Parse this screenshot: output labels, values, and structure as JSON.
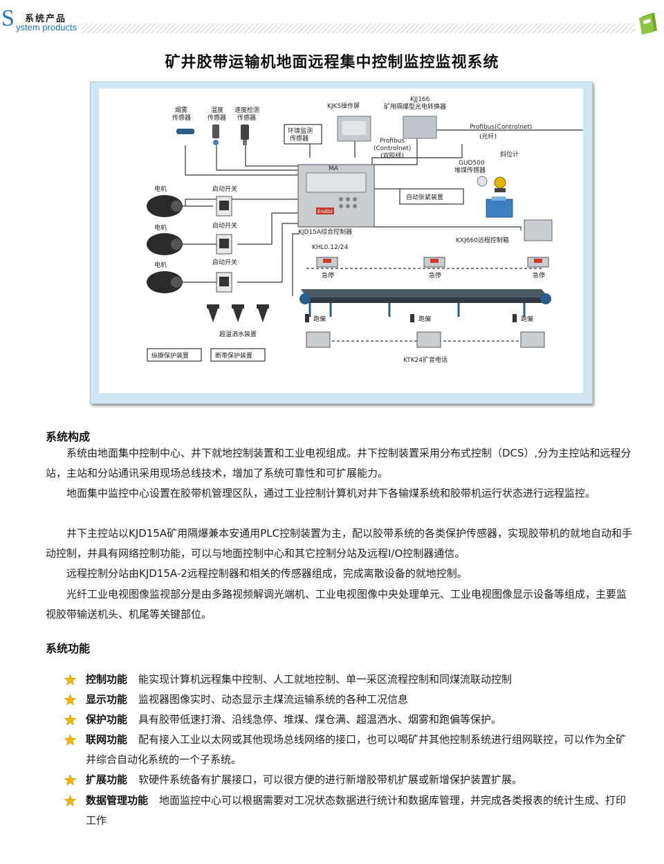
{
  "header": {
    "logo_letter": "S",
    "logo_cn": "系统产品",
    "logo_en": "ystem products"
  },
  "page_title": "矿井胶带运输机地面远程集中控制监控监视系统",
  "diagram": {
    "sensors": [
      "烟雾",
      "传感器",
      "温度",
      "传感器",
      "速度检测",
      "传感器"
    ],
    "env_box": [
      "环境监测",
      "传感器"
    ],
    "kjk5": "KJK5操作屏",
    "kjj166": [
      "KJJ166",
      "矿用隔爆型光电转换器"
    ],
    "profibus_left": [
      "Profibus",
      "(Controlnet)",
      "(双胶线)"
    ],
    "profibus_right": [
      "Profibus(Controlnet)",
      "(光纤)"
    ],
    "tilt": "斜位计",
    "gud500": [
      "GUD500",
      "堆煤传感器"
    ],
    "auto_tension": "自动张紧装置",
    "kjd15a": "KJD15A综合控制器",
    "controller_brand": "Endibl",
    "controller_ma": "MA",
    "kxj660": "KXJ660远程控制箱",
    "khl": "KHL0.12/24",
    "motor": "电机",
    "start_switch": "启动开关",
    "estop": "急停",
    "deviation": "跑偏",
    "sprinkler": "超温洒水装置",
    "tear_protect": "纵撕保护装置",
    "break_protect": "断带保护装置",
    "ktk24": "KTK24扩音电话"
  },
  "sections": {
    "composition_title": "系统构成",
    "composition_paragraphs": [
      "系统由地面集中控制中心、井下就地控制装置和工业电视组成。井下控制装置采用分布式控制（DCS）,分为主控站和远程分站，主站和分站通讯采用现场总线技术，增加了系统可靠性和可扩展能力。",
      "地面集中监控中心设置在胶带机管理区队，通过工业控制计算机对井下各输煤系统和胶带机运行状态进行远程监控。",
      "井下主控站以KJD15A矿用隔爆兼本安通用PLC控制装置为主，配以胶带系统的各类保护传感器，实现胶带机的就地自动和手动控制，并具有网络控制功能，可以与地面控制中心和其它控制分站及远程I/O控制器通信。",
      "远程控制分站由KJD15A-2远程控制器和相关的传感器组成，完成离散设备的就地控制。",
      "光纤工业电视图像监视部分是由多路视频解调光端机、工业电视图像中央处理单元、工业电视图像显示设备等组成，主要监视胶带输送机头、机尾等关键部位。"
    ],
    "function_title": "系统功能",
    "functions": [
      {
        "title": "控制功能",
        "text": "能实现计算机远程集中控制、人工就地控制、单一采区流程控制和同煤流联动控制"
      },
      {
        "title": "显示功能",
        "text": "监视器图像实时、动态显示主煤流运输系统的各种工况信息"
      },
      {
        "title": "保护功能",
        "text": "具有胶带低速打滑、沿线急停、堆煤、煤仓满、超温洒水、烟雾和跑偏等保护。"
      },
      {
        "title": "联网功能",
        "text": "配有接入工业以太网或其他现场总线网络的接口，也可以喝矿井其他控制系统进行组网联控，可以作为全矿井综合自动化系统的一个子系统。"
      },
      {
        "title": "扩展功能",
        "text": "软硬件系统备有扩展接口，可以很方便的进行新增胶带机扩展或新增保护装置扩展。"
      },
      {
        "title": "数据管理功能",
        "text": "地面监控中心可以根据需要对工况状态数据进行统计和数据库管理，并完成各类报表的统计生成、打印工作"
      }
    ]
  },
  "colors": {
    "brand_blue": "#1b75bb",
    "star_gold": "#f2b705",
    "frame_blue": "#cfe6f2",
    "icon_green": "#8cc63f"
  }
}
